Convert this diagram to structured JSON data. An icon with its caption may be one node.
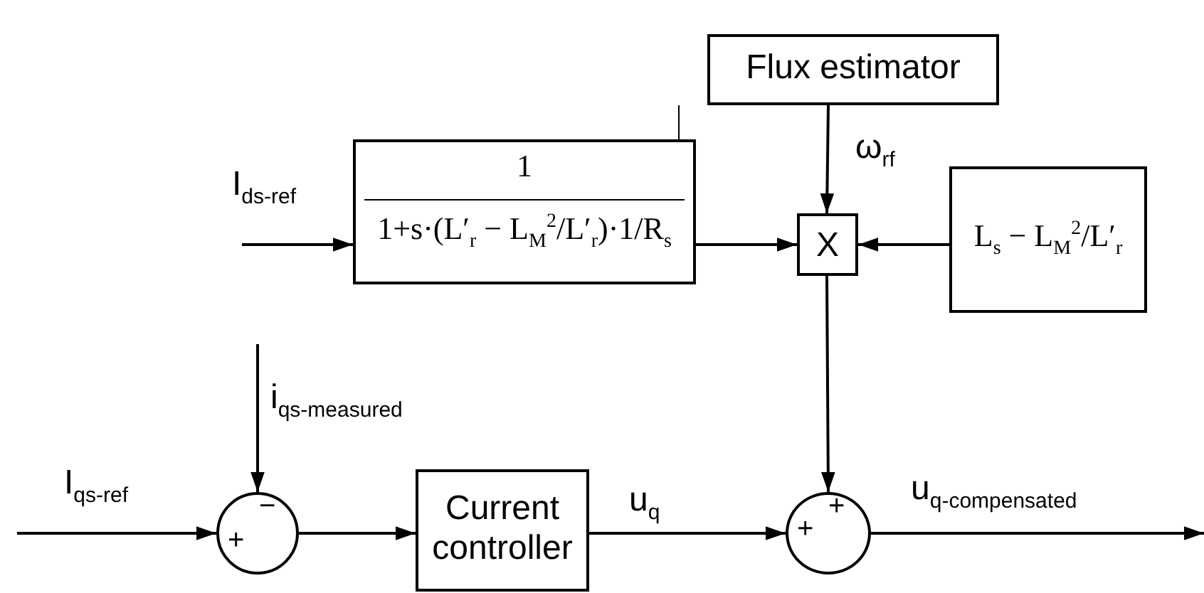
{
  "diagram": {
    "nodes": [
      {
        "text": [
          "Flux estimator"
        ]
      },
      {
        "text": [
          "1",
          "1+s·(L′$_{r}$ − L$_{M}$$^{2}$/L′$_{r}$)·1/R$_{s}$"
        ]
      },
      {
        "text": [
          "X"
        ]
      },
      {
        "text": [
          "L$_{s}$ − L$_{M}$$^{2}$/L′$_{r}$"
        ]
      },
      {
        "text": [
          "+",
          "−"
        ]
      },
      {
        "text": [
          "Current controller"
        ]
      },
      {
        "text": [
          "+",
          "+"
        ]
      }
    ],
    "edges": [
      {
        "from": null,
        "to": 1,
        "arrow": "to",
        "label": "I$_{ds-ref}$"
      },
      {
        "from": 1,
        "to": 2,
        "arrow": "to"
      },
      {
        "from": 0,
        "to": 2,
        "arrow": "to",
        "label": "ω$_{rf}$"
      },
      {
        "from": 3,
        "to": 2,
        "arrow": "to"
      },
      {
        "from": 0,
        "to": 1,
        "arrow": "none"
      },
      {
        "from": null,
        "to": 4,
        "arrow": "to",
        "label": "I$_{qs-ref}$"
      },
      {
        "from": null,
        "to": 4,
        "arrow": "to",
        "label": "i$_{qs-measured}$"
      },
      {
        "from": 4,
        "to": 5,
        "arrow": "to"
      },
      {
        "from": 5,
        "to": 6,
        "arrow": "to",
        "label": "u$_{q}$"
      },
      {
        "from": 2,
        "to": 6,
        "arrow": "to"
      },
      {
        "from": 6,
        "to": null,
        "arrow": "to",
        "label": "u$_{q-compensated}$"
      }
    ]
  }
}
